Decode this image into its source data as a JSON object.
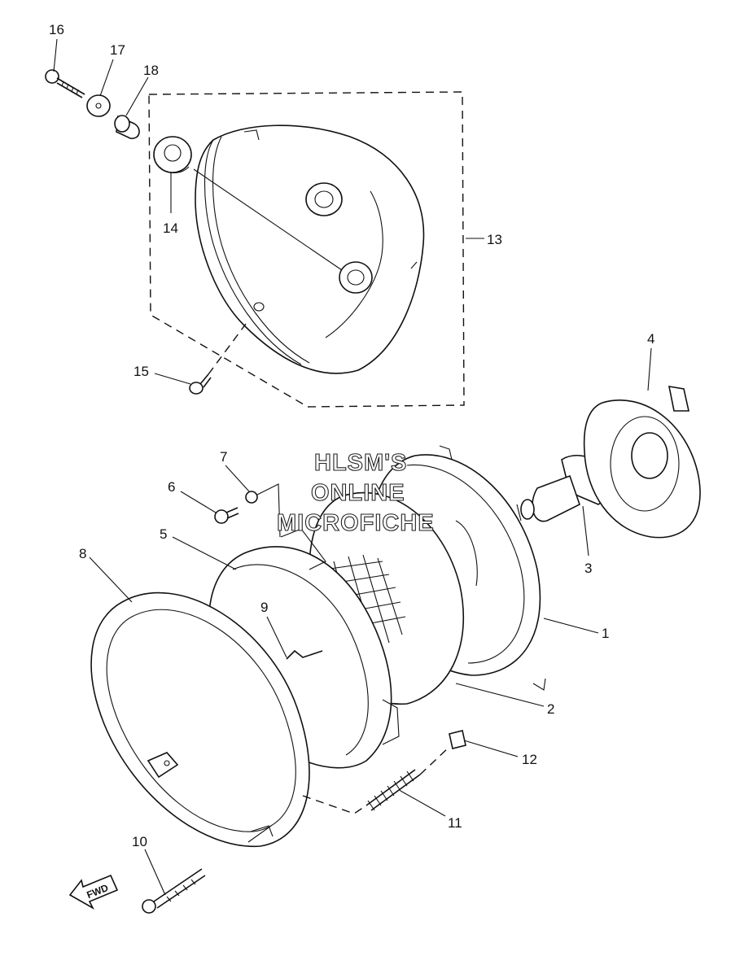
{
  "watermark": {
    "line1": "HLSM'S",
    "line2": "ONLINE",
    "line3": "MICROFICHE"
  },
  "direction_arrow": {
    "label": "FWD"
  },
  "callouts": [
    {
      "id": "1",
      "part": "headlight-unit"
    },
    {
      "id": "2",
      "part": "lens"
    },
    {
      "id": "3",
      "part": "bulb"
    },
    {
      "id": "4",
      "part": "bulb-socket-cover"
    },
    {
      "id": "5",
      "part": "rim"
    },
    {
      "id": "6",
      "part": "screw"
    },
    {
      "id": "7",
      "part": "washer"
    },
    {
      "id": "8",
      "part": "headlight-ring"
    },
    {
      "id": "9",
      "part": "clip"
    },
    {
      "id": "10",
      "part": "adjusting-screw"
    },
    {
      "id": "11",
      "part": "spring"
    },
    {
      "id": "12",
      "part": "nut"
    },
    {
      "id": "13",
      "part": "headlight-body-assy"
    },
    {
      "id": "14",
      "part": "grommet"
    },
    {
      "id": "15",
      "part": "screw"
    },
    {
      "id": "16",
      "part": "bolt"
    },
    {
      "id": "17",
      "part": "washer"
    },
    {
      "id": "18",
      "part": "collar"
    }
  ]
}
